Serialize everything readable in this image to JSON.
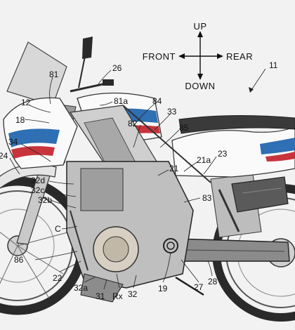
{
  "directions": {
    "up": "UP",
    "down": "DOWN",
    "front": "FRONT",
    "rear": "REAR"
  },
  "labels": {
    "n11": "11",
    "n81": "81",
    "n26": "26",
    "n12": "12",
    "n81a": "81a",
    "n84": "84",
    "n33": "33",
    "n18": "18",
    "n82": "82",
    "n85": "85",
    "n34": "34",
    "n24": "24",
    "n23": "23",
    "n21a": "21a",
    "n21": "21",
    "n32d": "32d",
    "n32c": "32c",
    "n32b": "32b",
    "n83": "83",
    "nC": "C",
    "n86": "86",
    "n22": "22",
    "n32a": "32a",
    "n31": "31",
    "nRx": "Rx",
    "n32": "32",
    "n19": "19",
    "n27": "27",
    "n28": "28"
  },
  "colors": {
    "background": "#f2f2f2",
    "line": "#2a2a2a",
    "livery_blue": "#2f6fb3",
    "livery_red": "#c8343b",
    "livery_white": "#fafafa",
    "dark_part": "#3a3a3a"
  }
}
